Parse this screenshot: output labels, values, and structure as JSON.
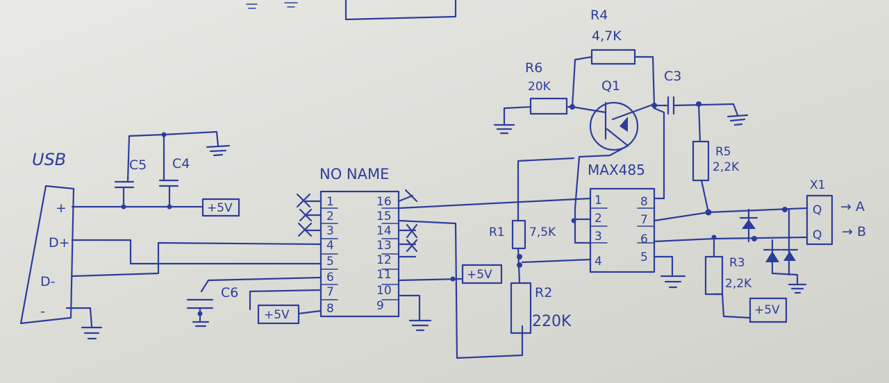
{
  "usb": {
    "title": "USB",
    "pins": [
      "+",
      "D+",
      "D-",
      "-"
    ]
  },
  "chip_noname": {
    "title": "NO NAME",
    "left_pins": [
      "1",
      "2",
      "3",
      "4",
      "5",
      "6",
      "7",
      "8"
    ],
    "right_pins": [
      "16",
      "15",
      "14",
      "13",
      "12",
      "11",
      "10",
      "9"
    ]
  },
  "chip_max": {
    "title": "MAX485",
    "left_pins": [
      "1",
      "2",
      "3",
      "4"
    ],
    "right_pins": [
      "8",
      "7",
      "6",
      "5"
    ]
  },
  "components": {
    "c5": "C5",
    "c4": "C4",
    "c6": "C6",
    "c3": "C3",
    "r1": "R1",
    "r1_value": "7,5K",
    "r2": "R2",
    "r2_value": "220K",
    "r3": "R3",
    "r3_value": "2,2K",
    "r4": "R4",
    "r4_value": "4,7K",
    "r5": "R5",
    "r5_value": "2,2K",
    "r6": "R6",
    "r6_value": "20K",
    "q1": "Q1",
    "x1": "X1"
  },
  "supply_label": "+5V",
  "outputs": {
    "a": "→ A",
    "b": "→ B",
    "x1_pin": "Q"
  }
}
